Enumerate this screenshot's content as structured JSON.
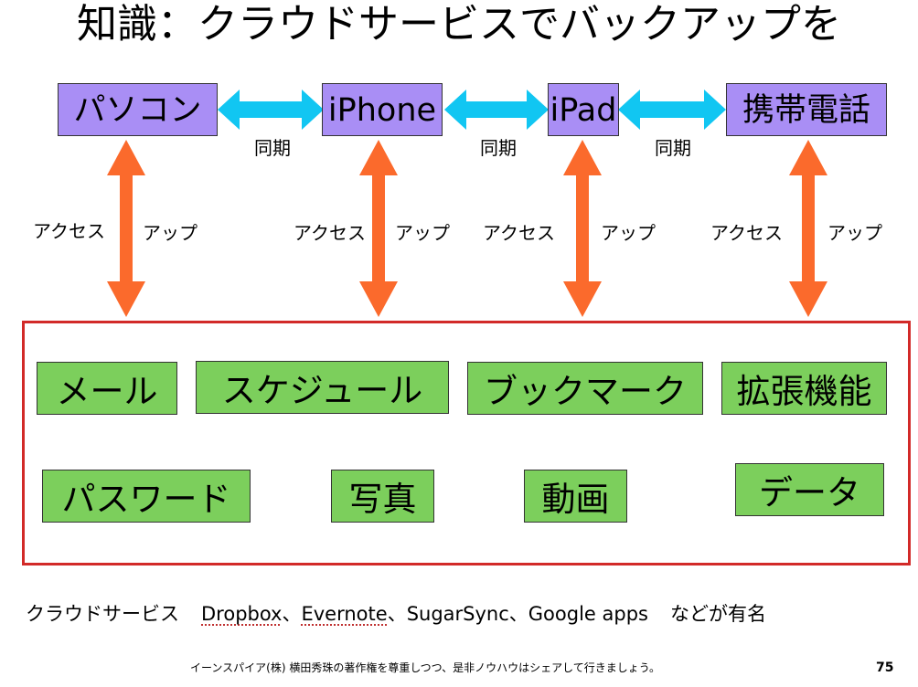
{
  "title": "知識：クラウドサービスでバックアップを",
  "devices": [
    "パソコン",
    "iPhone",
    "iPad",
    "携帯電話"
  ],
  "sync_labels": [
    "同期",
    "同期",
    "同期"
  ],
  "vertical_labels": [
    {
      "left": "アクセス",
      "right": "アップ"
    },
    {
      "left": "アクセス",
      "right": "アップ"
    },
    {
      "left": "アクセス",
      "right": "アップ"
    },
    {
      "left": "アクセス",
      "right": "アップ"
    }
  ],
  "services": [
    "メール",
    "スケジュール",
    "ブックマーク",
    "拡張機能",
    "パスワード",
    "写真",
    "動画",
    "データ"
  ],
  "services_line": {
    "prefix": "クラウドサービス",
    "dropbox": "Dropbox",
    "sep1": "、",
    "evernote": "Evernote",
    "sep2": "、",
    "sugarsync": "SugarSync",
    "sep3": "、",
    "google": "Google apps",
    "suffix": "などが有名"
  },
  "footer": "イーンスパイア(株) 横田秀珠の著作権を尊重しつつ、是非ノウハウはシェアして行きましょう。",
  "page_number": "75",
  "colors": {
    "device_fill": "#a98ef5",
    "service_fill": "#7ccf5c",
    "sync_arrow": "#11c6f2",
    "access_arrow": "#fb6a2c",
    "cloud_border": "#d22a28"
  }
}
